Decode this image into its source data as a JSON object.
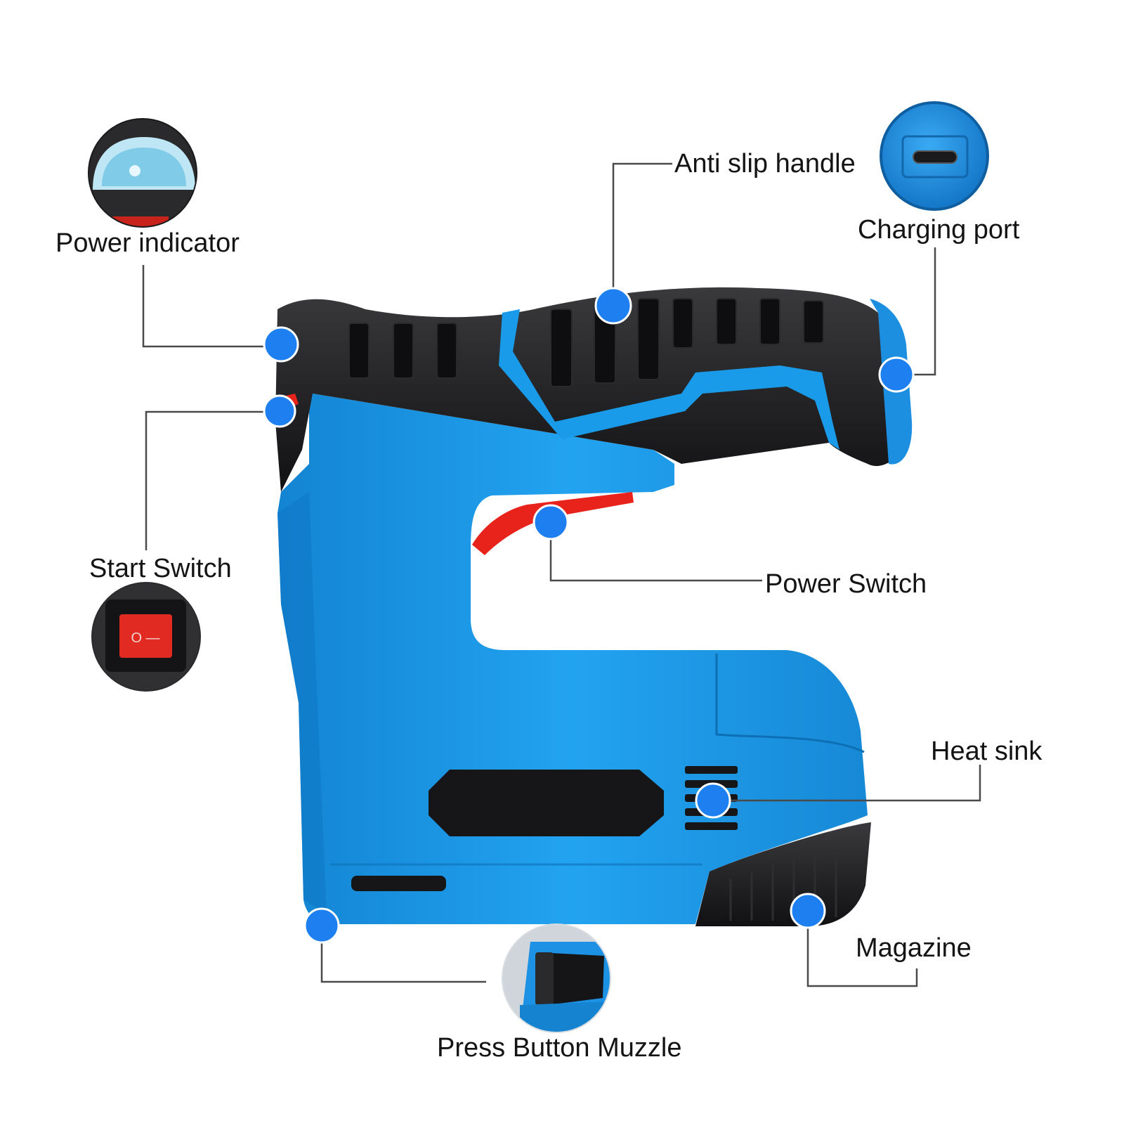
{
  "labels": {
    "power_indicator": "Power indicator",
    "anti_slip_handle": "Anti slip handle",
    "charging_port": "Charging port",
    "start_switch": "Start Switch",
    "power_switch": "Power Switch",
    "heat_sink": "Heat sink",
    "magazine": "Magazine",
    "press_button_muzzle": "Press Button Muzzle"
  },
  "colors": {
    "body_blue": "#1a9bea",
    "body_blue_dark": "#0f7fc7",
    "grip_black": "#1d1d1f",
    "trigger_red": "#e8231b",
    "marker_blue": "#1e7ff0",
    "leader_line": "#4a4a4a"
  },
  "switch_glyph": "O —"
}
